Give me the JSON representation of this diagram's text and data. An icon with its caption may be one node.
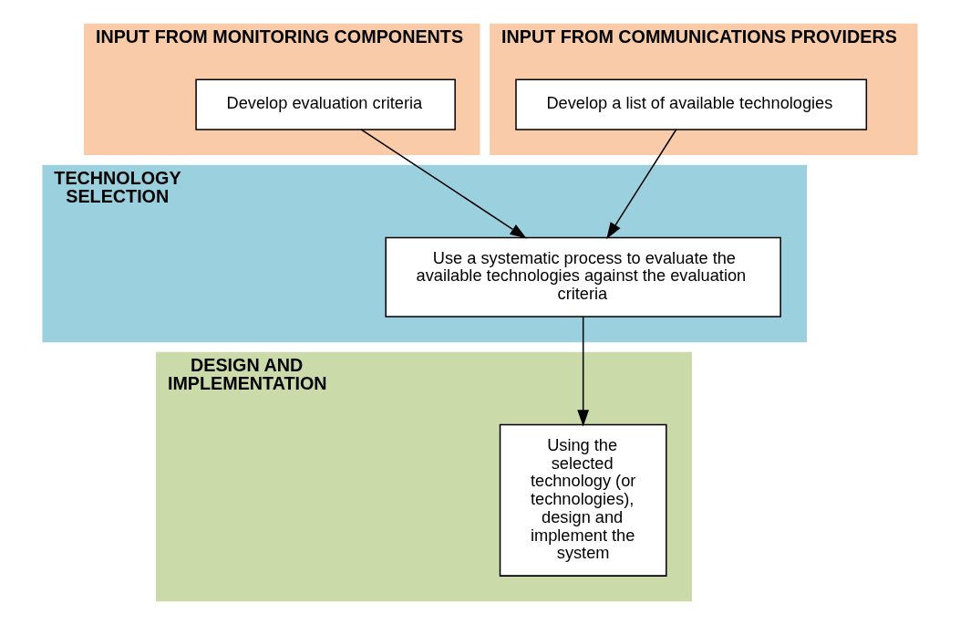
{
  "diagram": {
    "nodes": [
      {
        "text": [
          "INPUT FROM MONITORING COMPONENTS"
        ]
      },
      {
        "text": [
          "Develop evaluation criteria"
        ],
        "in": 0
      },
      {
        "text": [
          "INPUT FROM COMMUNICATIONS PROVIDERS"
        ]
      },
      {
        "text": [
          "Develop a list of available technologies"
        ],
        "in": 2
      },
      {
        "text": [
          "TECHNOLOGY SELECTION"
        ]
      },
      {
        "text": [
          "Use a systematic process to evaluate the available technologies against the evaluation criteria"
        ],
        "in": 4
      },
      {
        "text": [
          "DESIGN AND IMPLEMENTATION"
        ]
      },
      {
        "text": [
          "Using the selected technology (or technologies), design and implement the system"
        ],
        "in": 6
      }
    ],
    "edges": [
      {
        "from": 1,
        "to": 5,
        "arrow": "to"
      },
      {
        "from": 3,
        "to": 5,
        "arrow": "to"
      },
      {
        "from": 5,
        "to": 7,
        "arrow": "to"
      }
    ]
  }
}
